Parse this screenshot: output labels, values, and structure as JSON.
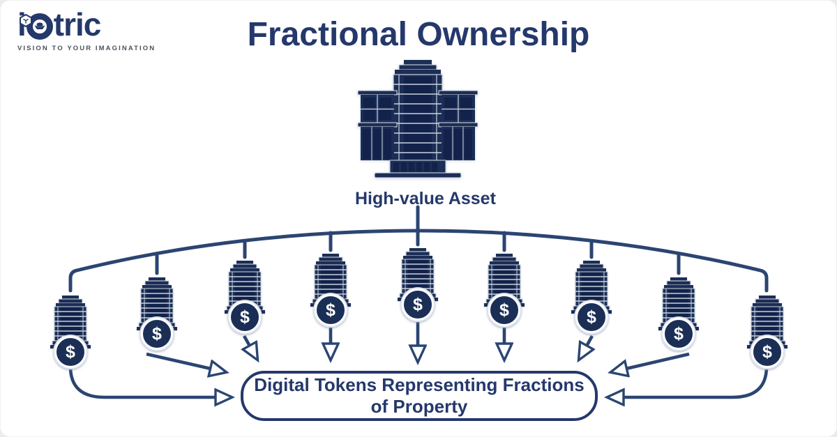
{
  "title": "Fractional Ownership",
  "logo": {
    "brand": "iotric",
    "brand_prefix": "i",
    "brand_suffix": "tric",
    "tagline": "VISION TO YOUR IMAGINATION"
  },
  "asset": {
    "label": "High-value Asset"
  },
  "tokens": {
    "count": 9,
    "coin_symbol": "$"
  },
  "result_box": {
    "line1": "Digital Tokens Representing Fractions",
    "line2": "of Property"
  },
  "colors": {
    "navy_text": "#25386B",
    "connector_line": "#2B4572",
    "building_fill": "#1C2E55",
    "building_dark": "#12224A",
    "building_light_line": "#C9D2DF",
    "coin_fill": "#1B2F56",
    "background": "#FFFFFF"
  }
}
